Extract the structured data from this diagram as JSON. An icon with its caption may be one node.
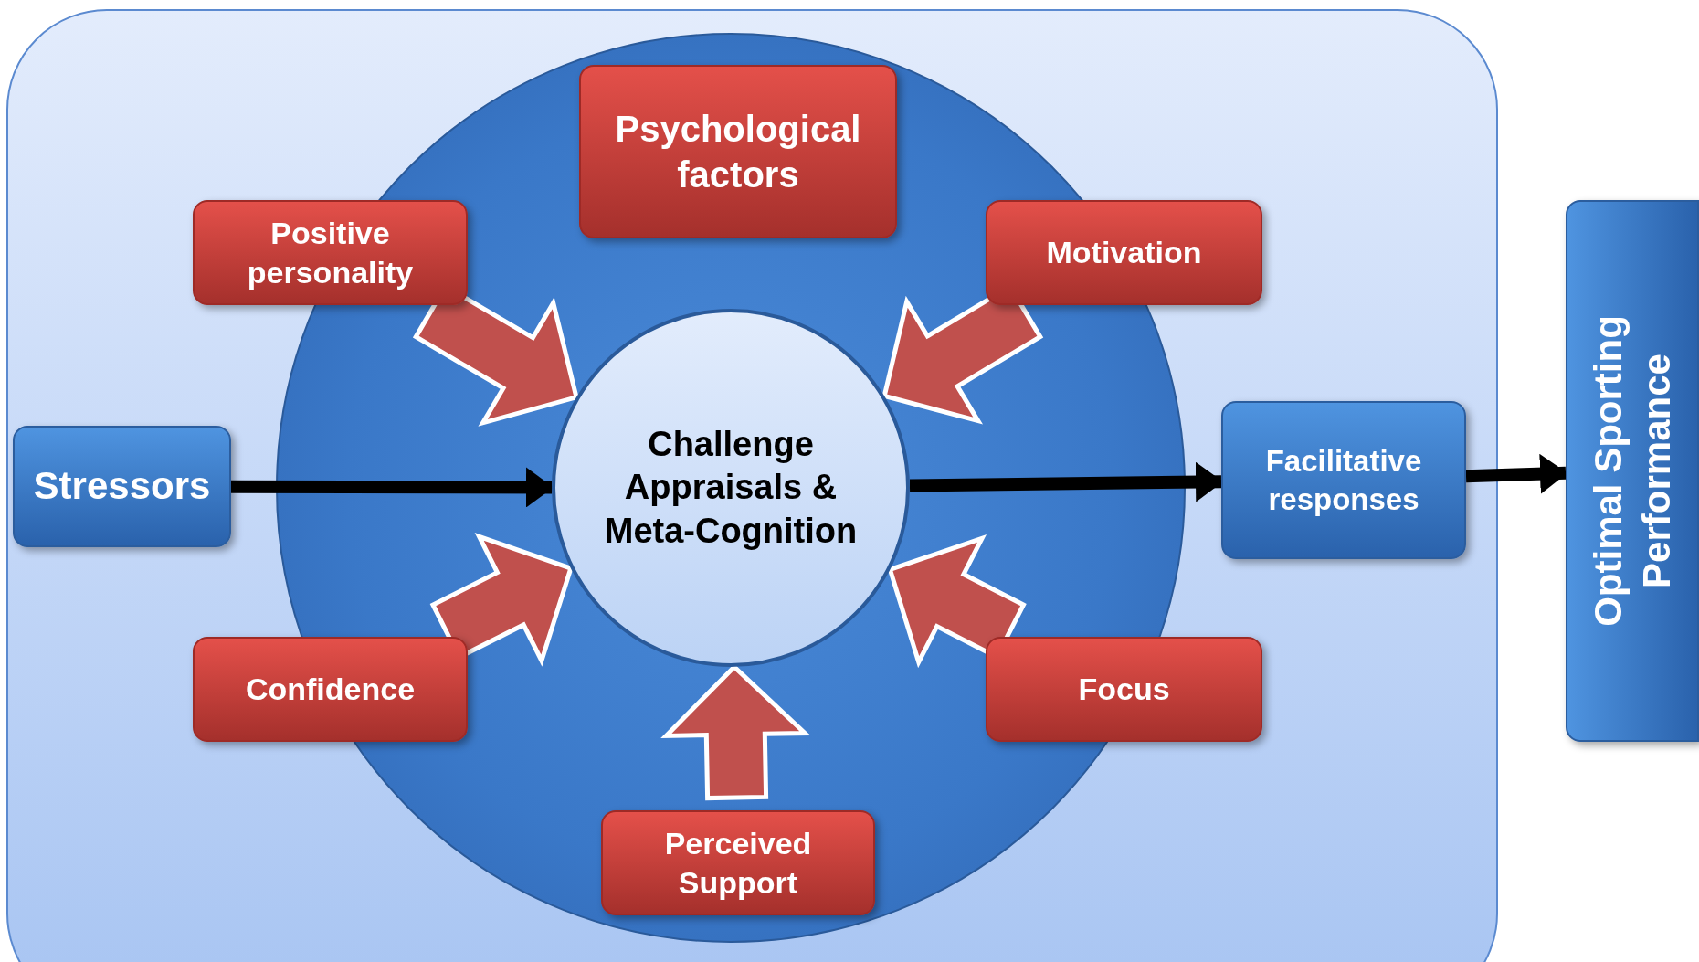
{
  "diagram": {
    "nodes": [
      {
        "text": [
          "Psychological factors"
        ]
      },
      {
        "text": [
          "Positive personality"
        ]
      },
      {
        "text": [
          "Motivation"
        ]
      },
      {
        "text": [
          "Stressors"
        ]
      },
      {
        "text": [
          "Challenge Appraisals & Meta-Cognition"
        ]
      },
      {
        "text": [
          "Facilitative responses"
        ]
      },
      {
        "text": [
          "Optimal Sporting Performance"
        ]
      },
      {
        "text": [
          "Confidence"
        ]
      },
      {
        "text": [
          "Focus"
        ]
      },
      {
        "text": [
          "Perceived Support"
        ]
      }
    ],
    "edges": [
      {
        "from": 3,
        "to": 4,
        "arrow": "to",
        "color": "#000000"
      },
      {
        "from": 4,
        "to": 5,
        "arrow": "to",
        "color": "#000000"
      },
      {
        "from": 5,
        "to": 6,
        "arrow": "to",
        "color": "#000000"
      },
      {
        "from": 1,
        "to": 4,
        "arrow": "to",
        "style": "thick"
      },
      {
        "from": 2,
        "to": 4,
        "arrow": "to",
        "style": "thick"
      },
      {
        "from": 7,
        "to": 4,
        "arrow": "to",
        "style": "thick"
      },
      {
        "from": 8,
        "to": 4,
        "arrow": "to",
        "style": "thick"
      },
      {
        "from": 9,
        "to": 4,
        "arrow": "to",
        "style": "thick"
      }
    ]
  }
}
